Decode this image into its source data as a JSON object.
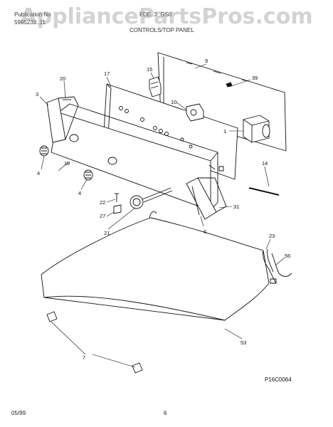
{
  "header": {
    "publication_label": "Publication No",
    "publication_number": "5995233..11",
    "model": "FDE..3..GS0",
    "title": "CONTROLS/TOP PANEL"
  },
  "watermark": "AppliancePartsPros.com",
  "figure_code": "P16C0064",
  "footer": {
    "date": "05/99",
    "page": "6"
  },
  "callouts": [
    "9",
    "39",
    "15",
    "17",
    "20",
    "3",
    "10",
    "1",
    "4",
    "18",
    "14",
    "22",
    "27",
    "21",
    "31",
    "6",
    "23",
    "56",
    "53",
    "7"
  ]
}
